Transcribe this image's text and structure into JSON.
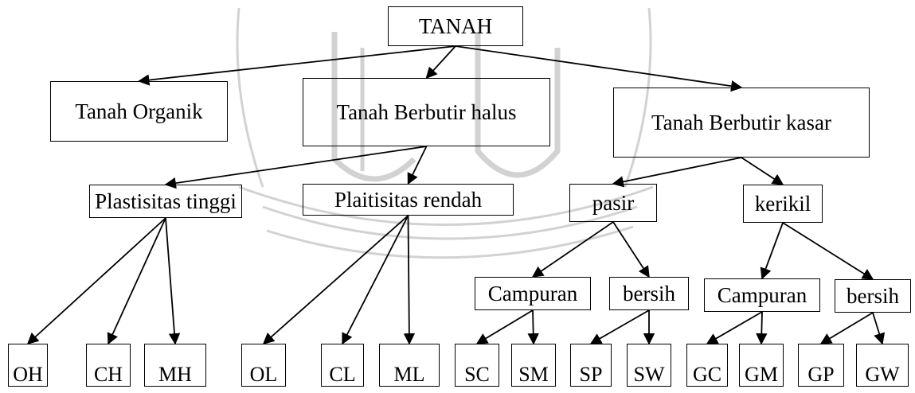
{
  "colors": {
    "line": "#000000",
    "watermark": "#cfcfcf",
    "background": "#ffffff"
  },
  "nodes": {
    "root": "TANAH",
    "organik": "Tanah Organik",
    "halus": "Tanah Berbutir halus",
    "kasar": "Tanah Berbutir kasar",
    "tinggi": "Plastisitas tinggi",
    "rendah": "Plaitisitas rendah",
    "pasir": "pasir",
    "kerikil": "kerikil",
    "pasir_campuran": "Campuran",
    "pasir_bersih": "bersih",
    "kerikil_campuran": "Campuran",
    "kerikil_bersih": "bersih",
    "oh": "OH",
    "ch": "CH",
    "mh": "MH",
    "ol": "OL",
    "cl": "CL",
    "ml": "ML",
    "sc": "SC",
    "sm": "SM",
    "sp": "SP",
    "sw": "SW",
    "gc": "GC",
    "gm": "GM",
    "gp": "GP",
    "gw": "GW"
  },
  "edges": [
    [
      "root",
      "organik"
    ],
    [
      "root",
      "halus"
    ],
    [
      "root",
      "kasar"
    ],
    [
      "halus",
      "tinggi"
    ],
    [
      "halus",
      "rendah"
    ],
    [
      "kasar",
      "pasir"
    ],
    [
      "kasar",
      "kerikil"
    ],
    [
      "tinggi",
      "oh"
    ],
    [
      "tinggi",
      "ch"
    ],
    [
      "tinggi",
      "mh"
    ],
    [
      "rendah",
      "ol"
    ],
    [
      "rendah",
      "cl"
    ],
    [
      "rendah",
      "ml"
    ],
    [
      "pasir",
      "pasir_campuran"
    ],
    [
      "pasir",
      "pasir_bersih"
    ],
    [
      "kerikil",
      "kerikil_campuran"
    ],
    [
      "kerikil",
      "kerikil_bersih"
    ],
    [
      "pasir_campuran",
      "sc"
    ],
    [
      "pasir_campuran",
      "sm"
    ],
    [
      "pasir_bersih",
      "sp"
    ],
    [
      "pasir_bersih",
      "sw"
    ],
    [
      "kerikil_campuran",
      "gc"
    ],
    [
      "kerikil_campuran",
      "gm"
    ],
    [
      "kerikil_bersih",
      "gp"
    ],
    [
      "kerikil_bersih",
      "gw"
    ]
  ]
}
